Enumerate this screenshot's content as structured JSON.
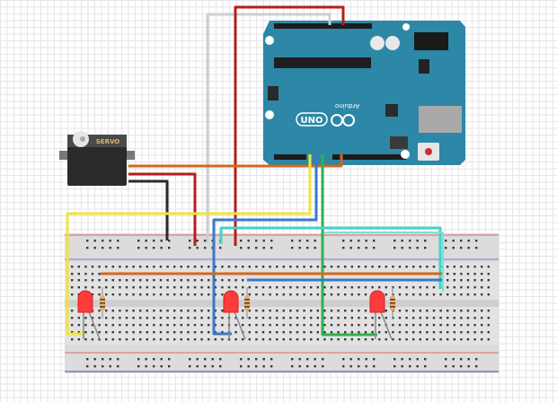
{
  "board": {
    "logo": "UNO",
    "brand": "Arduino",
    "color": "#2d87a6"
  },
  "servo": {
    "label": "SERVO"
  },
  "wire_colors": {
    "yellow": "#f2e33a",
    "blue": "#3a78c8",
    "green": "#2fb34a",
    "orange": "#d2691e",
    "red": "#b51e1e",
    "black": "#2a2a2a",
    "cyan": "#45d3c8",
    "white": "#e8e8e8"
  },
  "leds": [
    {
      "color": "#ff3b3b"
    },
    {
      "color": "#ff3b3b"
    },
    {
      "color": "#ff3b3b"
    }
  ]
}
